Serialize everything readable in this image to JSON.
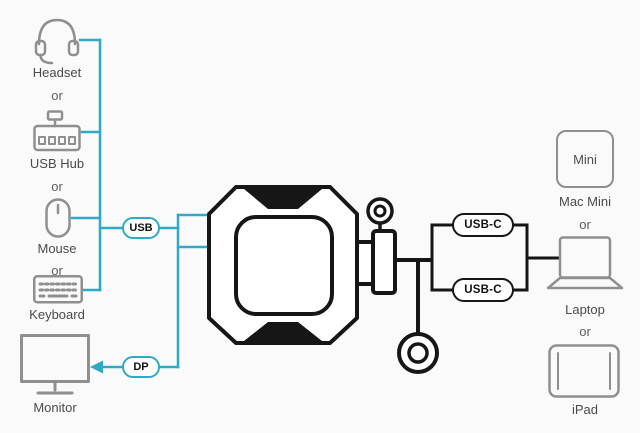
{
  "colors": {
    "accent": "#2ea9c6",
    "line": "#161616",
    "icon": "#8f8f8f",
    "text": "#4a4a4a"
  },
  "separator": "or",
  "left": {
    "devices": [
      {
        "label": "Headset"
      },
      {
        "label": "USB Hub"
      },
      {
        "label": "Mouse"
      },
      {
        "label": "Keyboard"
      }
    ],
    "monitor_label": "Monitor"
  },
  "ports": {
    "usb": "USB",
    "dp": "DP",
    "usbc_top": "USB-C",
    "usbc_bottom": "USB-C"
  },
  "right": {
    "devices": [
      {
        "label": "Mac Mini",
        "badge": "Mini"
      },
      {
        "label": "Laptop"
      },
      {
        "label": "iPad"
      }
    ]
  }
}
